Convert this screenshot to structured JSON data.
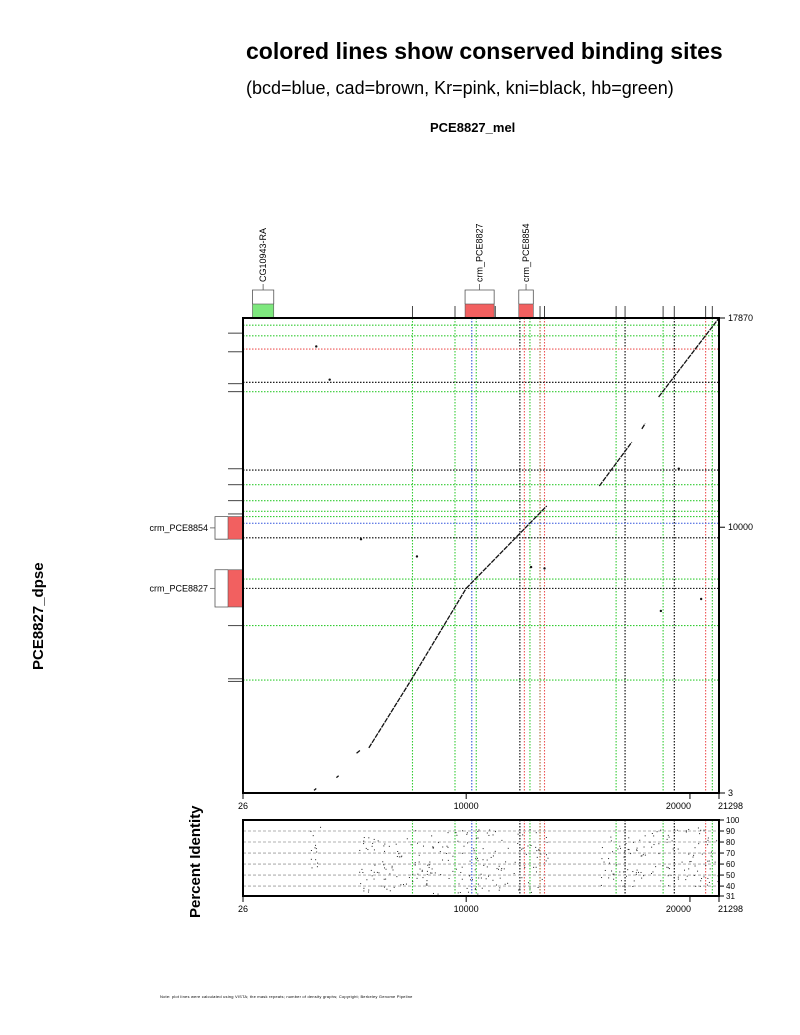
{
  "page": {
    "title": "colored lines show conserved binding sites",
    "subtitle": "(bcd=blue, cad=brown, Kr=pink, kni=black, hb=green)",
    "footer": "Note: plot lines were calculated using VISTA; the mask repeats; number of density graphs; Copyright; Berkeley Genome Pipeline"
  },
  "chart_data": [
    {
      "type": "scatter",
      "title": "PCE8827_mel",
      "ylabel": "PCE8827_dpse",
      "xlim": [
        26,
        21298
      ],
      "ylim": [
        3,
        17870
      ],
      "x_ticks": [
        {
          "value": 26,
          "label": "26"
        },
        {
          "value": 10000,
          "label": "10000"
        },
        {
          "value": 20000,
          "label": "20000"
        },
        {
          "value": 21298,
          "label": "21298"
        }
      ],
      "y_ticks": [
        {
          "value": 3,
          "label": "3"
        },
        {
          "value": 10000,
          "label": "10000"
        },
        {
          "value": 17870,
          "label": "17870"
        }
      ],
      "x_features": [
        {
          "name": "CG10943-RA",
          "start": 450,
          "end": 1400,
          "color": "#7ee87e"
        },
        {
          "name": "crm_PCE8827",
          "start": 9950,
          "end": 11250,
          "color": "#f26060"
        },
        {
          "name": "crm_PCE8854",
          "start": 12350,
          "end": 13000,
          "color": "#f26060"
        }
      ],
      "y_features": [
        {
          "name": "crm_PCE8854",
          "start": 9550,
          "end": 10400,
          "color": "#f26060"
        },
        {
          "name": "crm_PCE8827",
          "start": 7000,
          "end": 8400,
          "color": "#f26060"
        }
      ],
      "x_site_lines": [
        {
          "value": 7600,
          "factor": "hb",
          "color": "#33cc33"
        },
        {
          "value": 9500,
          "factor": "hb",
          "color": "#33cc33"
        },
        {
          "value": 10250,
          "factor": "bcd",
          "color": "#3355dd"
        },
        {
          "value": 10450,
          "factor": "hb",
          "color": "#33cc33"
        },
        {
          "value": 12400,
          "factor": "kni",
          "color": "#000000"
        },
        {
          "value": 12600,
          "factor": "Kr",
          "color": "#ee5555"
        },
        {
          "value": 12850,
          "factor": "hb",
          "color": "#33cc33"
        },
        {
          "value": 13300,
          "factor": "cad",
          "color": "#aa6633"
        },
        {
          "value": 13500,
          "factor": "Kr",
          "color": "#ee5555"
        },
        {
          "value": 16700,
          "factor": "hb",
          "color": "#33cc33"
        },
        {
          "value": 17100,
          "factor": "kni",
          "color": "#000000"
        },
        {
          "value": 18800,
          "factor": "hb",
          "color": "#33cc33"
        },
        {
          "value": 19300,
          "factor": "kni",
          "color": "#000000"
        },
        {
          "value": 20700,
          "factor": "Kr",
          "color": "#ee5555"
        },
        {
          "value": 21000,
          "factor": "hb",
          "color": "#33cc33"
        }
      ],
      "y_site_lines": [
        {
          "value": 17600,
          "factor": "hb",
          "color": "#33cc33"
        },
        {
          "value": 17200,
          "factor": "hb",
          "color": "#33cc33"
        },
        {
          "value": 16700,
          "factor": "Kr",
          "color": "#ee5555"
        },
        {
          "value": 15450,
          "factor": "kni",
          "color": "#000000"
        },
        {
          "value": 15100,
          "factor": "hb",
          "color": "#33cc33"
        },
        {
          "value": 12150,
          "factor": "kni",
          "color": "#000000"
        },
        {
          "value": 11600,
          "factor": "hb",
          "color": "#33cc33"
        },
        {
          "value": 11000,
          "factor": "hb",
          "color": "#33cc33"
        },
        {
          "value": 10600,
          "factor": "hb",
          "color": "#33cc33"
        },
        {
          "value": 10400,
          "factor": "hb",
          "color": "#33cc33"
        },
        {
          "value": 10150,
          "factor": "bcd",
          "color": "#3355dd"
        },
        {
          "value": 9600,
          "factor": "kni",
          "color": "#000000"
        },
        {
          "value": 8050,
          "factor": "hb",
          "color": "#33cc33"
        },
        {
          "value": 7700,
          "factor": "kni",
          "color": "#000000"
        },
        {
          "value": 6300,
          "factor": "hb",
          "color": "#33cc33"
        },
        {
          "value": 4250,
          "factor": "hb",
          "color": "#33cc33"
        }
      ],
      "x_gene_marks": [
        7600,
        9500,
        10200,
        11300,
        12400,
        12600,
        12850,
        13300,
        13500,
        16700,
        17100,
        18800,
        19300,
        20700,
        21000
      ],
      "y_gene_marks": [
        17300,
        16600,
        15400,
        15100,
        12200,
        11600,
        11000,
        10500,
        10250,
        9600,
        8100,
        7800,
        6300,
        4300,
        4200
      ],
      "alignment_segments": [
        {
          "x": [
            3200,
            3300
          ],
          "y": [
            100,
            170
          ]
        },
        {
          "x": [
            4200,
            4300
          ],
          "y": [
            580,
            650
          ]
        },
        {
          "x": [
            5100,
            5250
          ],
          "y": [
            1500,
            1600
          ]
        },
        {
          "x": [
            5650,
            7500
          ],
          "y": [
            1700,
            4200
          ]
        },
        {
          "x": [
            7500,
            10000
          ],
          "y": [
            4200,
            7700
          ]
        },
        {
          "x": [
            10000,
            13600
          ],
          "y": [
            7700,
            10800
          ]
        },
        {
          "x": [
            15950,
            17400
          ],
          "y": [
            11550,
            13200
          ]
        },
        {
          "x": [
            17850,
            18000
          ],
          "y": [
            13700,
            13900
          ]
        },
        {
          "x": [
            18600,
            21298
          ],
          "y": [
            14900,
            17870
          ]
        }
      ],
      "scatter_dots": [
        {
          "x": 3300,
          "y": 16800
        },
        {
          "x": 3900,
          "y": 15550
        },
        {
          "x": 5300,
          "y": 9550
        },
        {
          "x": 7800,
          "y": 8900
        },
        {
          "x": 12900,
          "y": 8500
        },
        {
          "x": 13500,
          "y": 8450
        },
        {
          "x": 18700,
          "y": 6850
        },
        {
          "x": 19500,
          "y": 12200
        },
        {
          "x": 20500,
          "y": 7300
        }
      ]
    },
    {
      "type": "scatter",
      "title": "",
      "ylabel": "Percent Identity",
      "xlim": [
        26,
        21298
      ],
      "ylim": [
        31,
        100
      ],
      "x_ticks": [
        {
          "value": 26,
          "label": "26"
        },
        {
          "value": 10000,
          "label": "10000"
        },
        {
          "value": 20000,
          "label": "20000"
        },
        {
          "value": 21298,
          "label": "21298"
        }
      ],
      "y_ticks": [
        {
          "value": 31,
          "label": "31"
        },
        {
          "value": 40,
          "label": "40"
        },
        {
          "value": 50,
          "label": "50"
        },
        {
          "value": 60,
          "label": "60"
        },
        {
          "value": 70,
          "label": "70"
        },
        {
          "value": 80,
          "label": "80"
        },
        {
          "value": 90,
          "label": "90"
        },
        {
          "value": 100,
          "label": "100"
        }
      ],
      "dense_regions": [
        {
          "x": [
            3000,
            3500
          ],
          "y": [
            55,
            95
          ]
        },
        {
          "x": [
            5200,
            7700
          ],
          "y": [
            35,
            85
          ]
        },
        {
          "x": [
            7700,
            13800
          ],
          "y": [
            33,
            92
          ]
        },
        {
          "x": [
            16000,
            17500
          ],
          "y": [
            40,
            85
          ]
        },
        {
          "x": [
            17500,
            18700
          ],
          "y": [
            45,
            92
          ]
        },
        {
          "x": [
            18700,
            21298
          ],
          "y": [
            40,
            95
          ]
        }
      ]
    }
  ]
}
